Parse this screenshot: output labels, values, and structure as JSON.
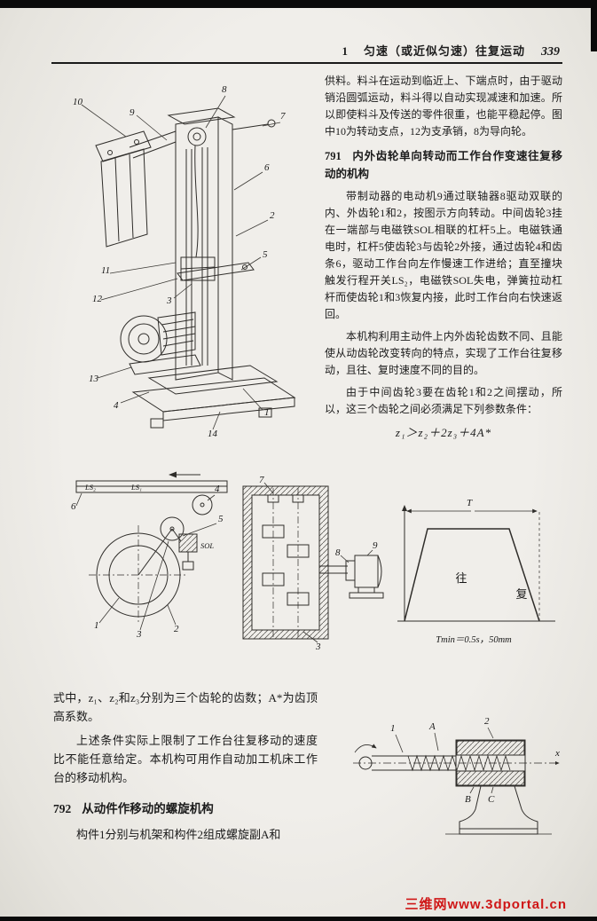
{
  "header": {
    "chapter_num": "1",
    "chapter_title": "匀速（或近似匀速）往复运动",
    "page_number": "339"
  },
  "right_column": {
    "para_continuation": "供料。料斗在运动到临近上、下端点时，由于驱动销沿圆弧运动，料斗得以自动实现减速和加速。所以即使料斗及传送的零件很重，也能平稳起停。图中10为转动支点，12为支承销，8为导向轮。",
    "section_791": {
      "number": "791",
      "title": "内外齿轮单向转动而工作台作变速往复移动的机构"
    },
    "para_1": "带制动器的电动机9通过联轴器8驱动双联的内、外齿轮1和2，按图示方向转动。中间齿轮3挂在一端部与电磁铁SOL相联的杠杆5上。电磁铁通电时，杠杆5使齿轮3与齿轮2外接，通过齿轮4和齿条6，驱动工作台向左作慢速工作进给；直至撞块触发行程开关LS₂，电磁铁SOL失电，弹簧拉动杠杆而使齿轮1和3恢复内接，此时工作台向右快速返回。",
    "para_2": "本机构利用主动件上内外齿轮齿数不同、且能使从动齿轮改变转向的特点，实现了工作台往复移动，且往、复时速度不同的目的。",
    "para_3": "由于中间齿轮3要在齿轮1和2之间摆动，所以，这三个齿轮之间必须满足下列参数条件：",
    "formula": "z₁＞z₂＋2z₃＋4A*"
  },
  "lower_left": {
    "para_4": "式中，z₁、z₂和z₃分别为三个齿轮的齿数；A*为齿顶高系数。",
    "para_5": "上述条件实际上限制了工作台往复移动的速度比不能任意给定。本机构可用作自动加工机床工作台的移动机构。",
    "section_792": {
      "number": "792",
      "title": "从动件作移动的螺旋机构"
    },
    "para_6": "构件1分别与机架和构件2组成螺旋副A和"
  },
  "figures": {
    "machine": {
      "c1": "1",
      "c2": "2",
      "c3": "3",
      "c4": "4",
      "c5": "5",
      "c6": "6",
      "c7": "7",
      "c8": "8",
      "c9": "9",
      "c10": "10",
      "c11": "11",
      "c12": "12",
      "c13": "13",
      "c14": "14"
    },
    "gear_schematic": {
      "ls2": "LS₂",
      "ls1": "LS₁",
      "sol": "SOL",
      "c1": "1",
      "c2": "2",
      "c3": "3",
      "c4": "4",
      "c5": "5",
      "c6": "6"
    },
    "section_view": {
      "c3": "3",
      "c7": "7",
      "c8": "8",
      "c9": "9"
    },
    "motion_diagram": {
      "t": "T",
      "forward": "往",
      "back": "复",
      "caption": "Tmin＝0.5s，50mm"
    },
    "screw": {
      "c1": "1",
      "c2": "2",
      "ca": "A",
      "cb": "B",
      "cc": "C",
      "x_label": "x"
    }
  },
  "watermark": "三维网www.3dportal.cn"
}
